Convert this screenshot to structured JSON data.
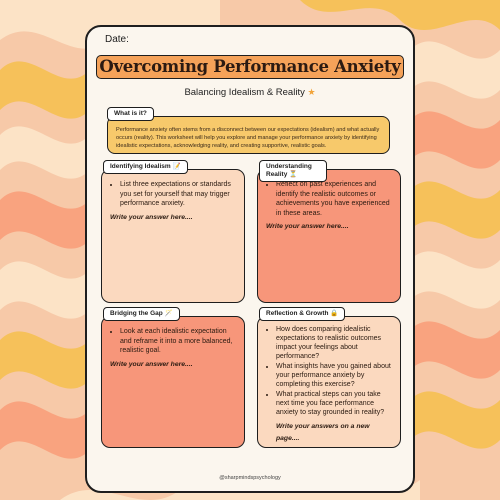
{
  "header": {
    "date_label": "Date:"
  },
  "title": "Overcoming Performance Anxiety",
  "subtitle": "Balancing Idealism & Reality",
  "intro": {
    "tag": "What is it?",
    "text": "Performance anxiety often stems from a disconnect between our expectations (idealism) and what actually occurs (reality). This worksheet will help you explore and manage your performance anxiety by identifying idealistic expectations, acknowledging reality, and creating supportive, realistic goals."
  },
  "sections": [
    {
      "tag": "Identifying Idealism",
      "icon": "📝",
      "bullets": [
        "List three expectations or standards you set for yourself that may trigger performance anxiety."
      ],
      "answer": "Write your answer here....",
      "color": "#fbd9bf"
    },
    {
      "tag": "Understanding Reality",
      "icon": "⏳",
      "bullets": [
        "Reflect on past experiences and identify the realistic outcomes or achievements you have experienced in these areas."
      ],
      "answer": "Write your answer here....",
      "color": "#f7967a"
    },
    {
      "tag": "Bridging the Gap",
      "icon": "🪄",
      "bullets": [
        "Look at each idealistic expectation and reframe it into a more balanced, realistic goal."
      ],
      "answer": "Write your answer here....",
      "color": "#f7967a"
    },
    {
      "tag": "Reflection & Growth",
      "icon": "🔒",
      "bullets": [
        "How does comparing idealistic expectations to realistic outcomes impact your feelings about performance?",
        "What insights have you gained about your performance anxiety by completing this exercise?",
        "What practical steps can you take next time you face performance anxiety to stay grounded in reality?"
      ],
      "answer": "Write your answers  on a new page....",
      "color": "#fbd9bf"
    }
  ],
  "footer": "@sharpmindspsychology",
  "colors": {
    "background": "#f7c9a8",
    "wave_light": "#fce3c6",
    "wave_mid": "#f9b58e",
    "wave_gold": "#f6c15a",
    "banner": "#f5a259",
    "intro_box": "#f7c96b",
    "light_box": "#fbd9bf",
    "dark_box": "#f7967a"
  }
}
